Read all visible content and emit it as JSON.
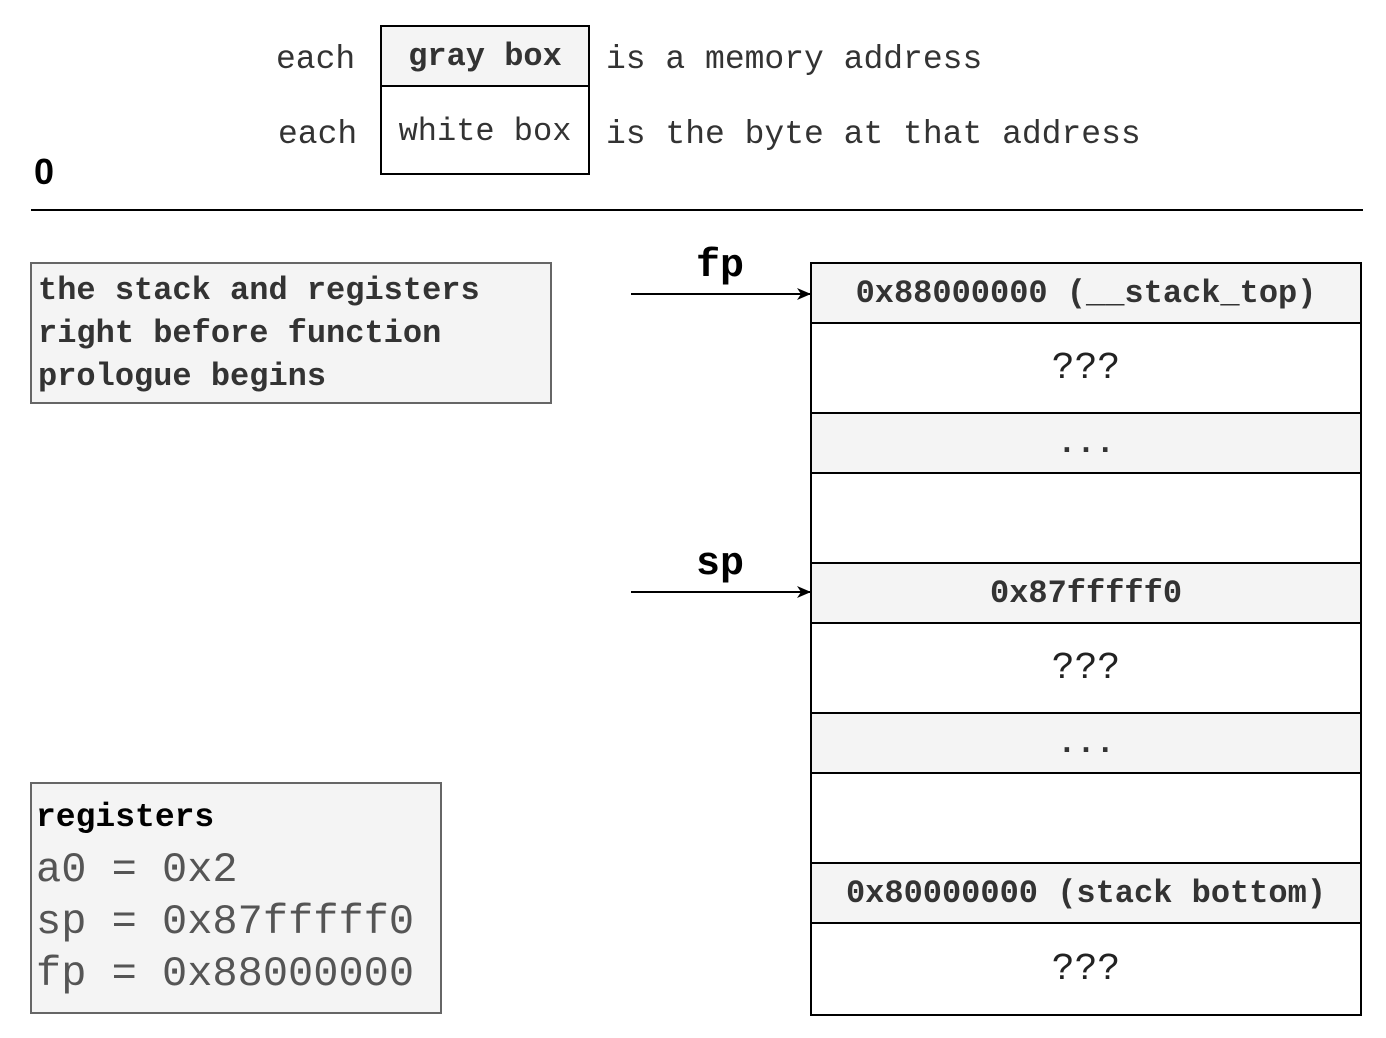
{
  "legend": {
    "prefix_1": "each",
    "gray_box_label": "gray box",
    "suffix_1": "is a memory address",
    "prefix_2": "each",
    "white_box_label": "white box",
    "suffix_2": "is the byte at that address"
  },
  "step_number": "0",
  "caption": {
    "lines": [
      "the stack and registers",
      "right before function",
      "prologue begins"
    ]
  },
  "pointers": {
    "fp": "fp",
    "sp": "sp"
  },
  "stack": {
    "cells": [
      {
        "kind": "addr",
        "text": "0x88000000 (__stack_top)"
      },
      {
        "kind": "byte",
        "text": "???"
      },
      {
        "kind": "addr",
        "text": "..."
      },
      {
        "kind": "byte",
        "text": ""
      },
      {
        "kind": "addr",
        "text": "0x87fffff0"
      },
      {
        "kind": "byte",
        "text": "???"
      },
      {
        "kind": "addr",
        "text": "..."
      },
      {
        "kind": "byte",
        "text": ""
      },
      {
        "kind": "addr",
        "text": "0x80000000 (stack bottom)"
      },
      {
        "kind": "byte",
        "text": "???"
      }
    ]
  },
  "registers": {
    "title": "registers",
    "lines": [
      "a0 = 0x2",
      "sp = 0x87fffff0",
      "fp = 0x88000000"
    ]
  }
}
